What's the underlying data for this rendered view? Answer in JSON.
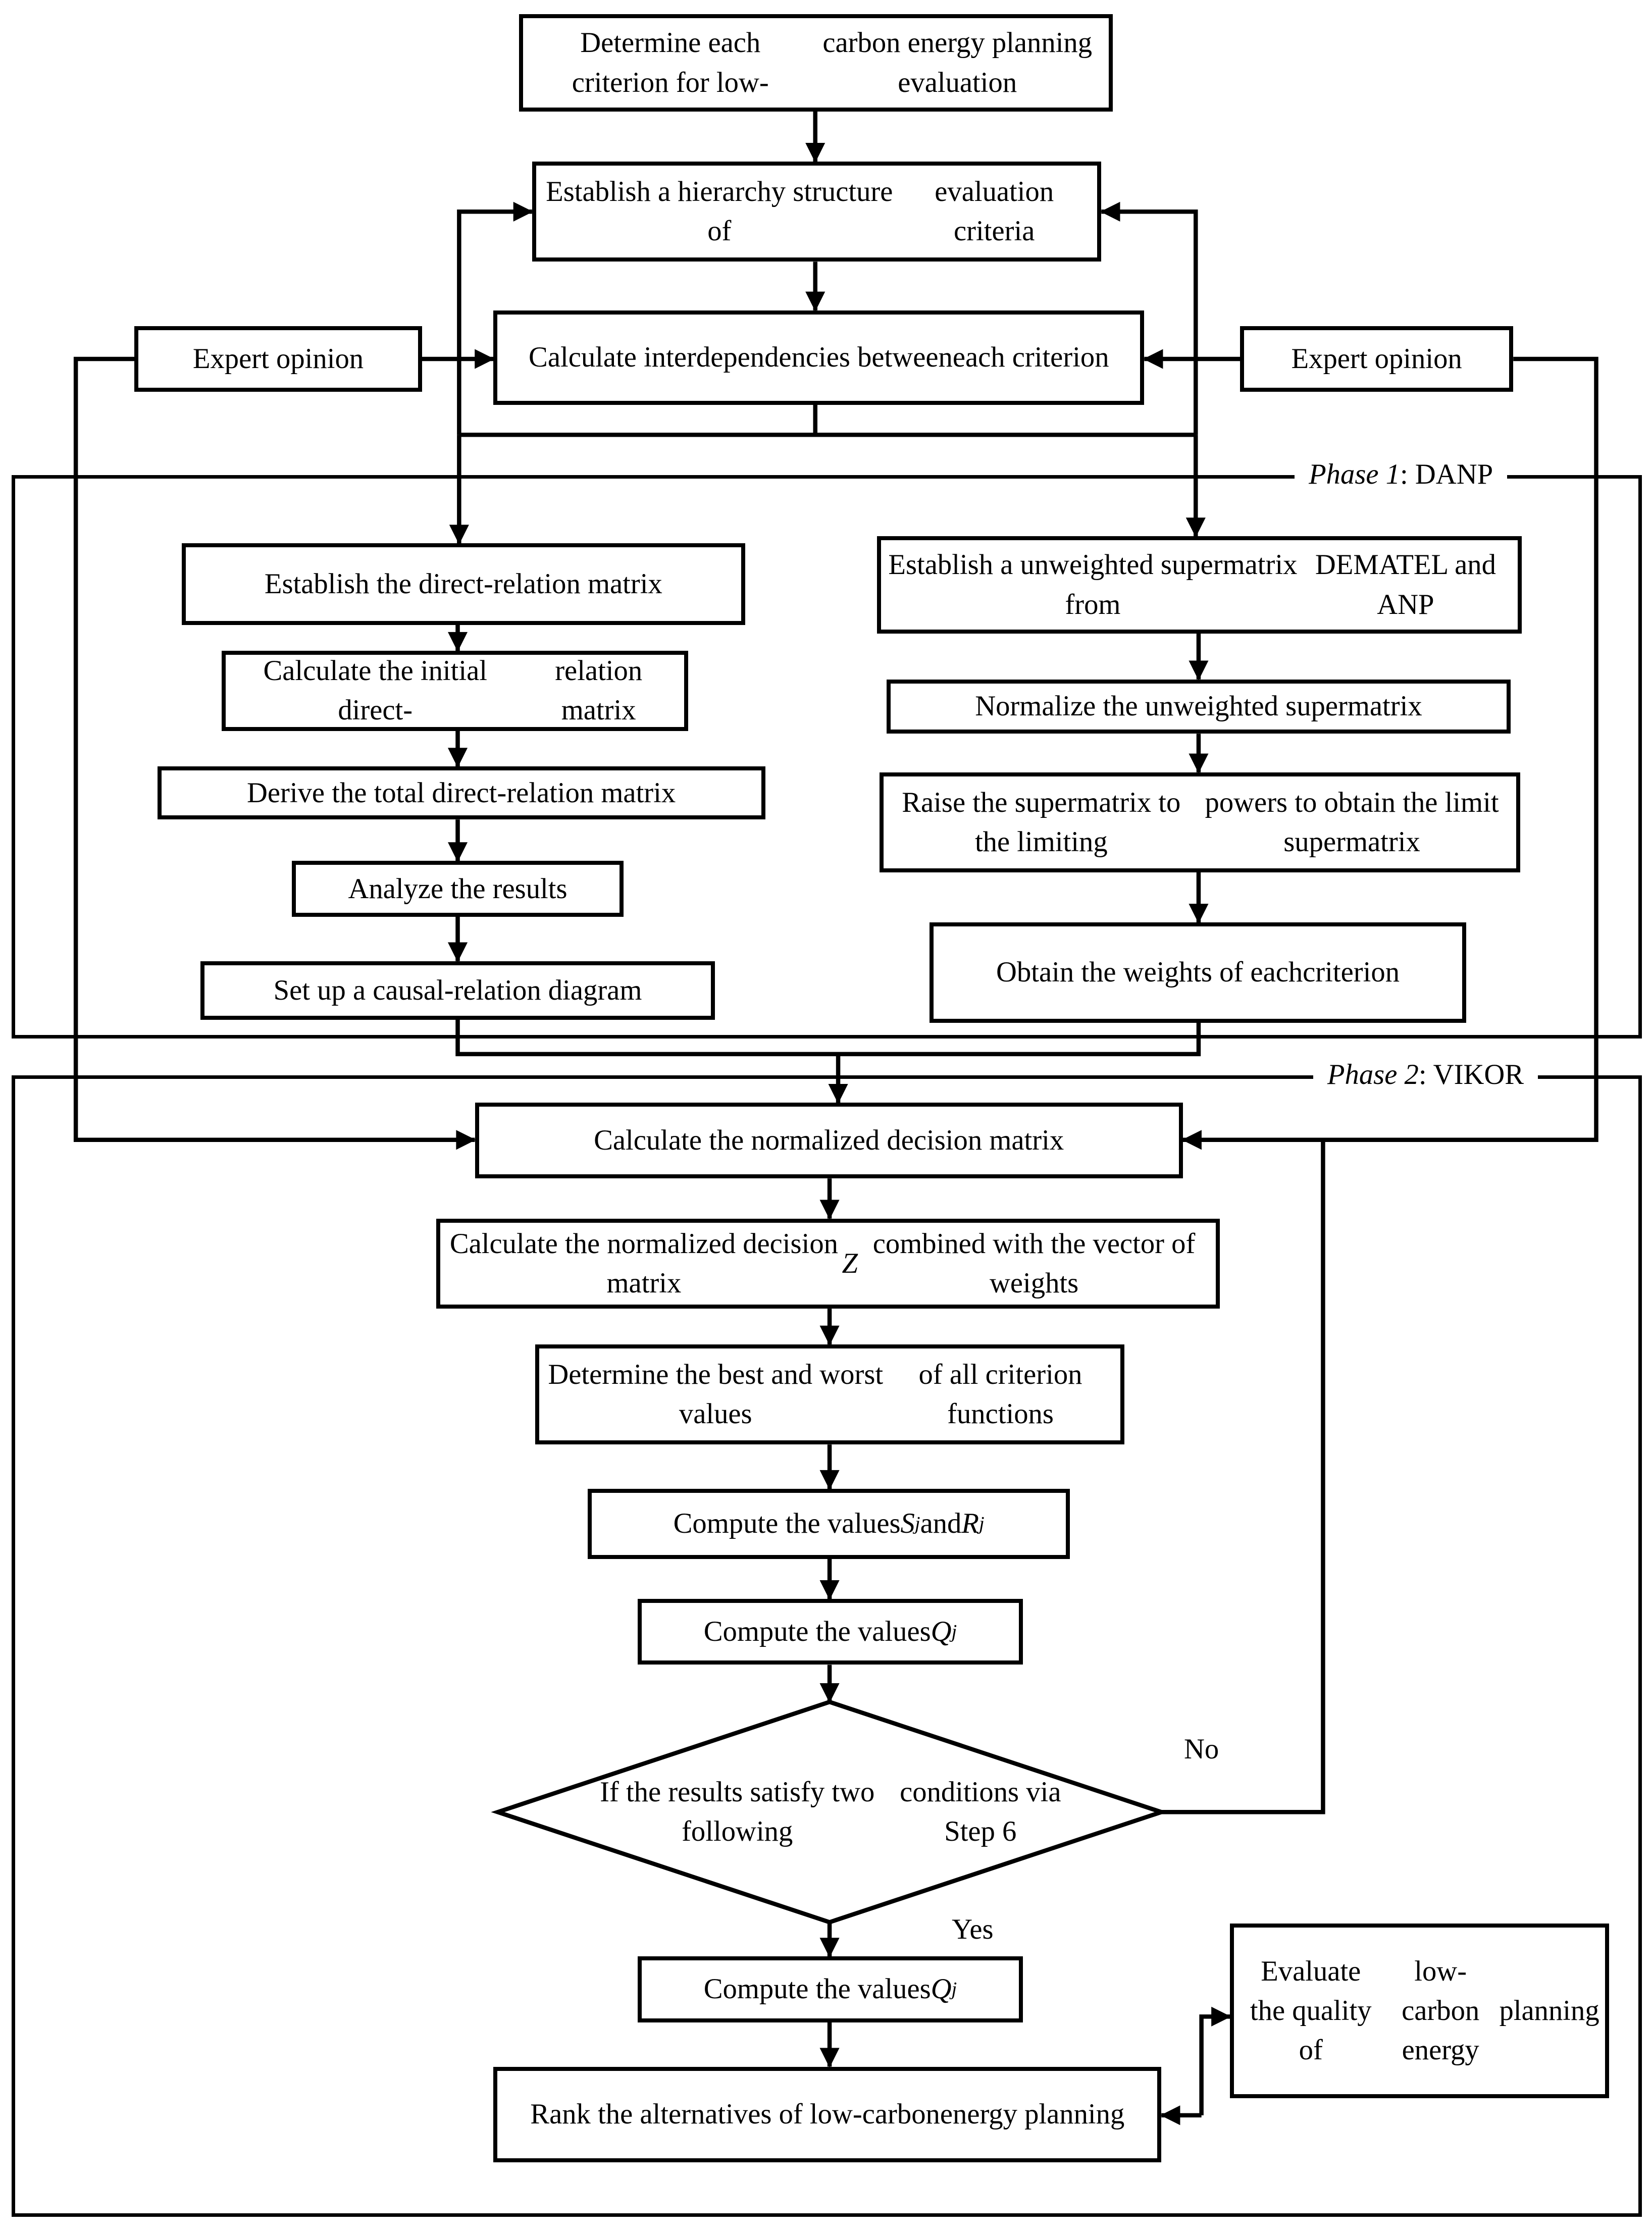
{
  "diagram": {
    "title": "DANP-VIKOR low-carbon energy planning evaluation flowchart",
    "labels": {
      "phase1": {
        "parts": [
          {
            "t": "Phase 1",
            "style": "var"
          },
          {
            "t": ": DANP"
          }
        ]
      },
      "phase2": {
        "parts": [
          {
            "t": "Phase 2",
            "style": "var"
          },
          {
            "t": ": VIKOR"
          }
        ]
      },
      "yes": "Yes",
      "no": "No"
    },
    "nodes": {
      "determine": {
        "parts": [
          {
            "t": "Determine each criterion for low-"
          },
          {
            "br": true
          },
          {
            "t": "carbon energy planning evaluation"
          }
        ]
      },
      "hierarchy": {
        "parts": [
          {
            "t": "Establish a hierarchy structure of"
          },
          {
            "br": true
          },
          {
            "t": "evaluation criteria"
          }
        ]
      },
      "interdep": {
        "parts": [
          {
            "t": "Calculate interdependencies between"
          },
          {
            "br": true
          },
          {
            "t": "each criterion"
          }
        ]
      },
      "expert_left": {
        "label": "Expert opinion"
      },
      "expert_right": {
        "label": "Expert opinion"
      },
      "d1": {
        "label": "Establish the direct-relation matrix"
      },
      "d2": {
        "parts": [
          {
            "t": "Calculate the initial direct-"
          },
          {
            "br": true
          },
          {
            "t": "relation matrix"
          }
        ]
      },
      "d3": {
        "label": "Derive the total direct-relation matrix"
      },
      "d4": {
        "label": "Analyze the results"
      },
      "d5": {
        "label": "Set up a causal-relation diagram"
      },
      "e1": {
        "parts": [
          {
            "t": "Establish a unweighted supermatrix from"
          },
          {
            "br": true
          },
          {
            "t": "DEMATEL and ANP"
          }
        ]
      },
      "e2": {
        "label": "Normalize the unweighted supermatrix"
      },
      "e3": {
        "parts": [
          {
            "t": "Raise the supermatrix to the limiting"
          },
          {
            "br": true
          },
          {
            "t": "powers to obtain the limit supermatrix"
          }
        ]
      },
      "e4": {
        "parts": [
          {
            "t": "Obtain the weights of each"
          },
          {
            "br": true
          },
          {
            "t": "criterion"
          }
        ]
      },
      "v1": {
        "label": "Calculate the normalized decision matrix"
      },
      "v2": {
        "parts": [
          {
            "t": "Calculate the normalized decision matrix "
          },
          {
            "t": "Z",
            "style": "var"
          },
          {
            "br": true
          },
          {
            "t": "combined with the vector of weights"
          }
        ]
      },
      "v3": {
        "parts": [
          {
            "t": "Determine the best and worst values"
          },
          {
            "br": true
          },
          {
            "t": "of all criterion functions"
          }
        ]
      },
      "v4": {
        "parts": [
          {
            "t": "Compute the values "
          },
          {
            "t": "S",
            "style": "var"
          },
          {
            "t": "j",
            "style": "sub"
          },
          {
            "t": " and "
          },
          {
            "t": "R",
            "style": "var"
          },
          {
            "t": "j",
            "style": "sub"
          }
        ]
      },
      "v5": {
        "parts": [
          {
            "t": "Compute the values "
          },
          {
            "t": "Q",
            "style": "var"
          },
          {
            "t": "j",
            "style": "sub"
          }
        ]
      },
      "decision": {
        "parts": [
          {
            "t": "If the results satisfy two following"
          },
          {
            "br": true
          },
          {
            "t": "conditions via Step 6"
          }
        ]
      },
      "v6": {
        "parts": [
          {
            "t": "Compute the values "
          },
          {
            "t": "Q",
            "style": "var"
          },
          {
            "t": "j",
            "style": "sub"
          }
        ]
      },
      "rank": {
        "parts": [
          {
            "t": "Rank the alternatives of low-carbon"
          },
          {
            "br": true
          },
          {
            "t": "energy planning"
          }
        ]
      },
      "evaluate": {
        "parts": [
          {
            "t": "Evaluate the quality of"
          },
          {
            "br": true
          },
          {
            "t": "low-carbon energy"
          },
          {
            "br": true
          },
          {
            "t": "planning"
          }
        ]
      }
    }
  }
}
